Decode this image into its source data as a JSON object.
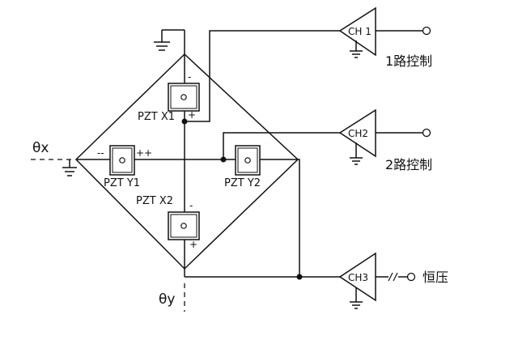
{
  "diagram": {
    "axes": {
      "x_label": "θx",
      "y_label": "θy"
    },
    "pzt": {
      "x1": {
        "label": "PZT  X1",
        "minus": "-",
        "plus": "+"
      },
      "x2": {
        "label": "PZT  X2",
        "minus": "-",
        "plus": "+"
      },
      "y1": {
        "label": "PZT  Y1",
        "minus": "--",
        "plus": "++"
      },
      "y2": {
        "label": "PZT  Y2"
      }
    },
    "channels": [
      {
        "name": "CH 1",
        "output": "1路控制"
      },
      {
        "name": "CH2",
        "output": "2路控制"
      },
      {
        "name": "CH3",
        "output": "恒压"
      }
    ]
  }
}
